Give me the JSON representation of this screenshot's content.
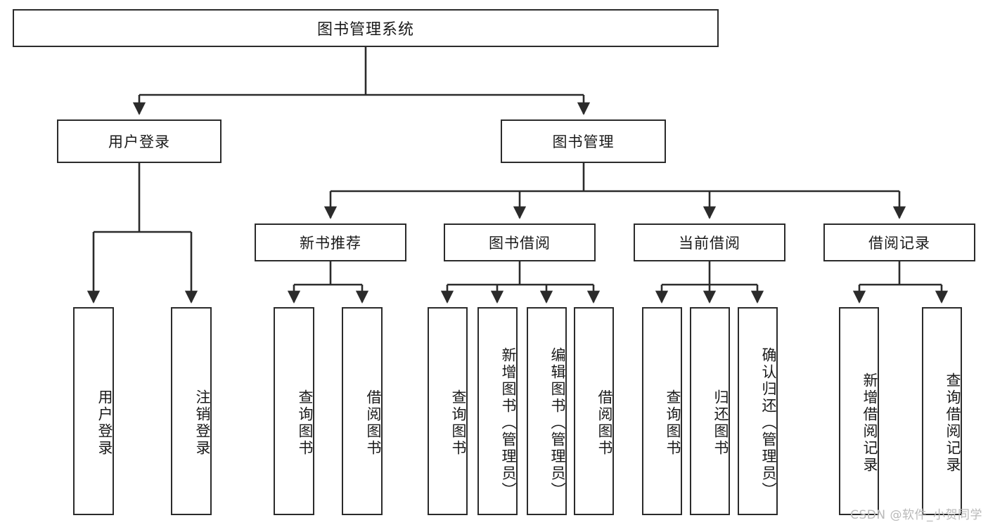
{
  "diagram": {
    "title": "图书管理系统",
    "type": "tree-hierarchy-diagram",
    "colors": {
      "box_border": "#2b2b2b",
      "box_fill": "#ffffff",
      "connector": "#2b2b2b",
      "text": "#1a1a1a",
      "watermark": "#b9b9b9",
      "background": "#ffffff"
    },
    "root": {
      "label": "图书管理系统"
    },
    "level2": [
      {
        "label": "用户登录"
      },
      {
        "label": "图书管理"
      }
    ],
    "level3": [
      {
        "label": "新书推荐"
      },
      {
        "label": "图书借阅"
      },
      {
        "label": "当前借阅"
      },
      {
        "label": "借阅记录"
      }
    ],
    "leaves": {
      "user_login": [
        {
          "label": "用户登录"
        },
        {
          "label": "注销登录"
        }
      ],
      "new_book_recommend": [
        {
          "label": "查询图书"
        },
        {
          "label": "借阅图书"
        }
      ],
      "book_borrow": [
        {
          "label": "查询图书"
        },
        {
          "label": "新增图书（管理员）"
        },
        {
          "label": "编辑图书（管理员）"
        },
        {
          "label": "借阅图书"
        }
      ],
      "current_borrow": [
        {
          "label": "查询图书"
        },
        {
          "label": "归还图书"
        },
        {
          "label": "确认归还（管理员）"
        }
      ],
      "borrow_records": [
        {
          "label": "新增借阅记录"
        },
        {
          "label": "查询借阅记录"
        }
      ]
    }
  },
  "watermark": {
    "text": "CSDN @软件_小贺同学"
  }
}
